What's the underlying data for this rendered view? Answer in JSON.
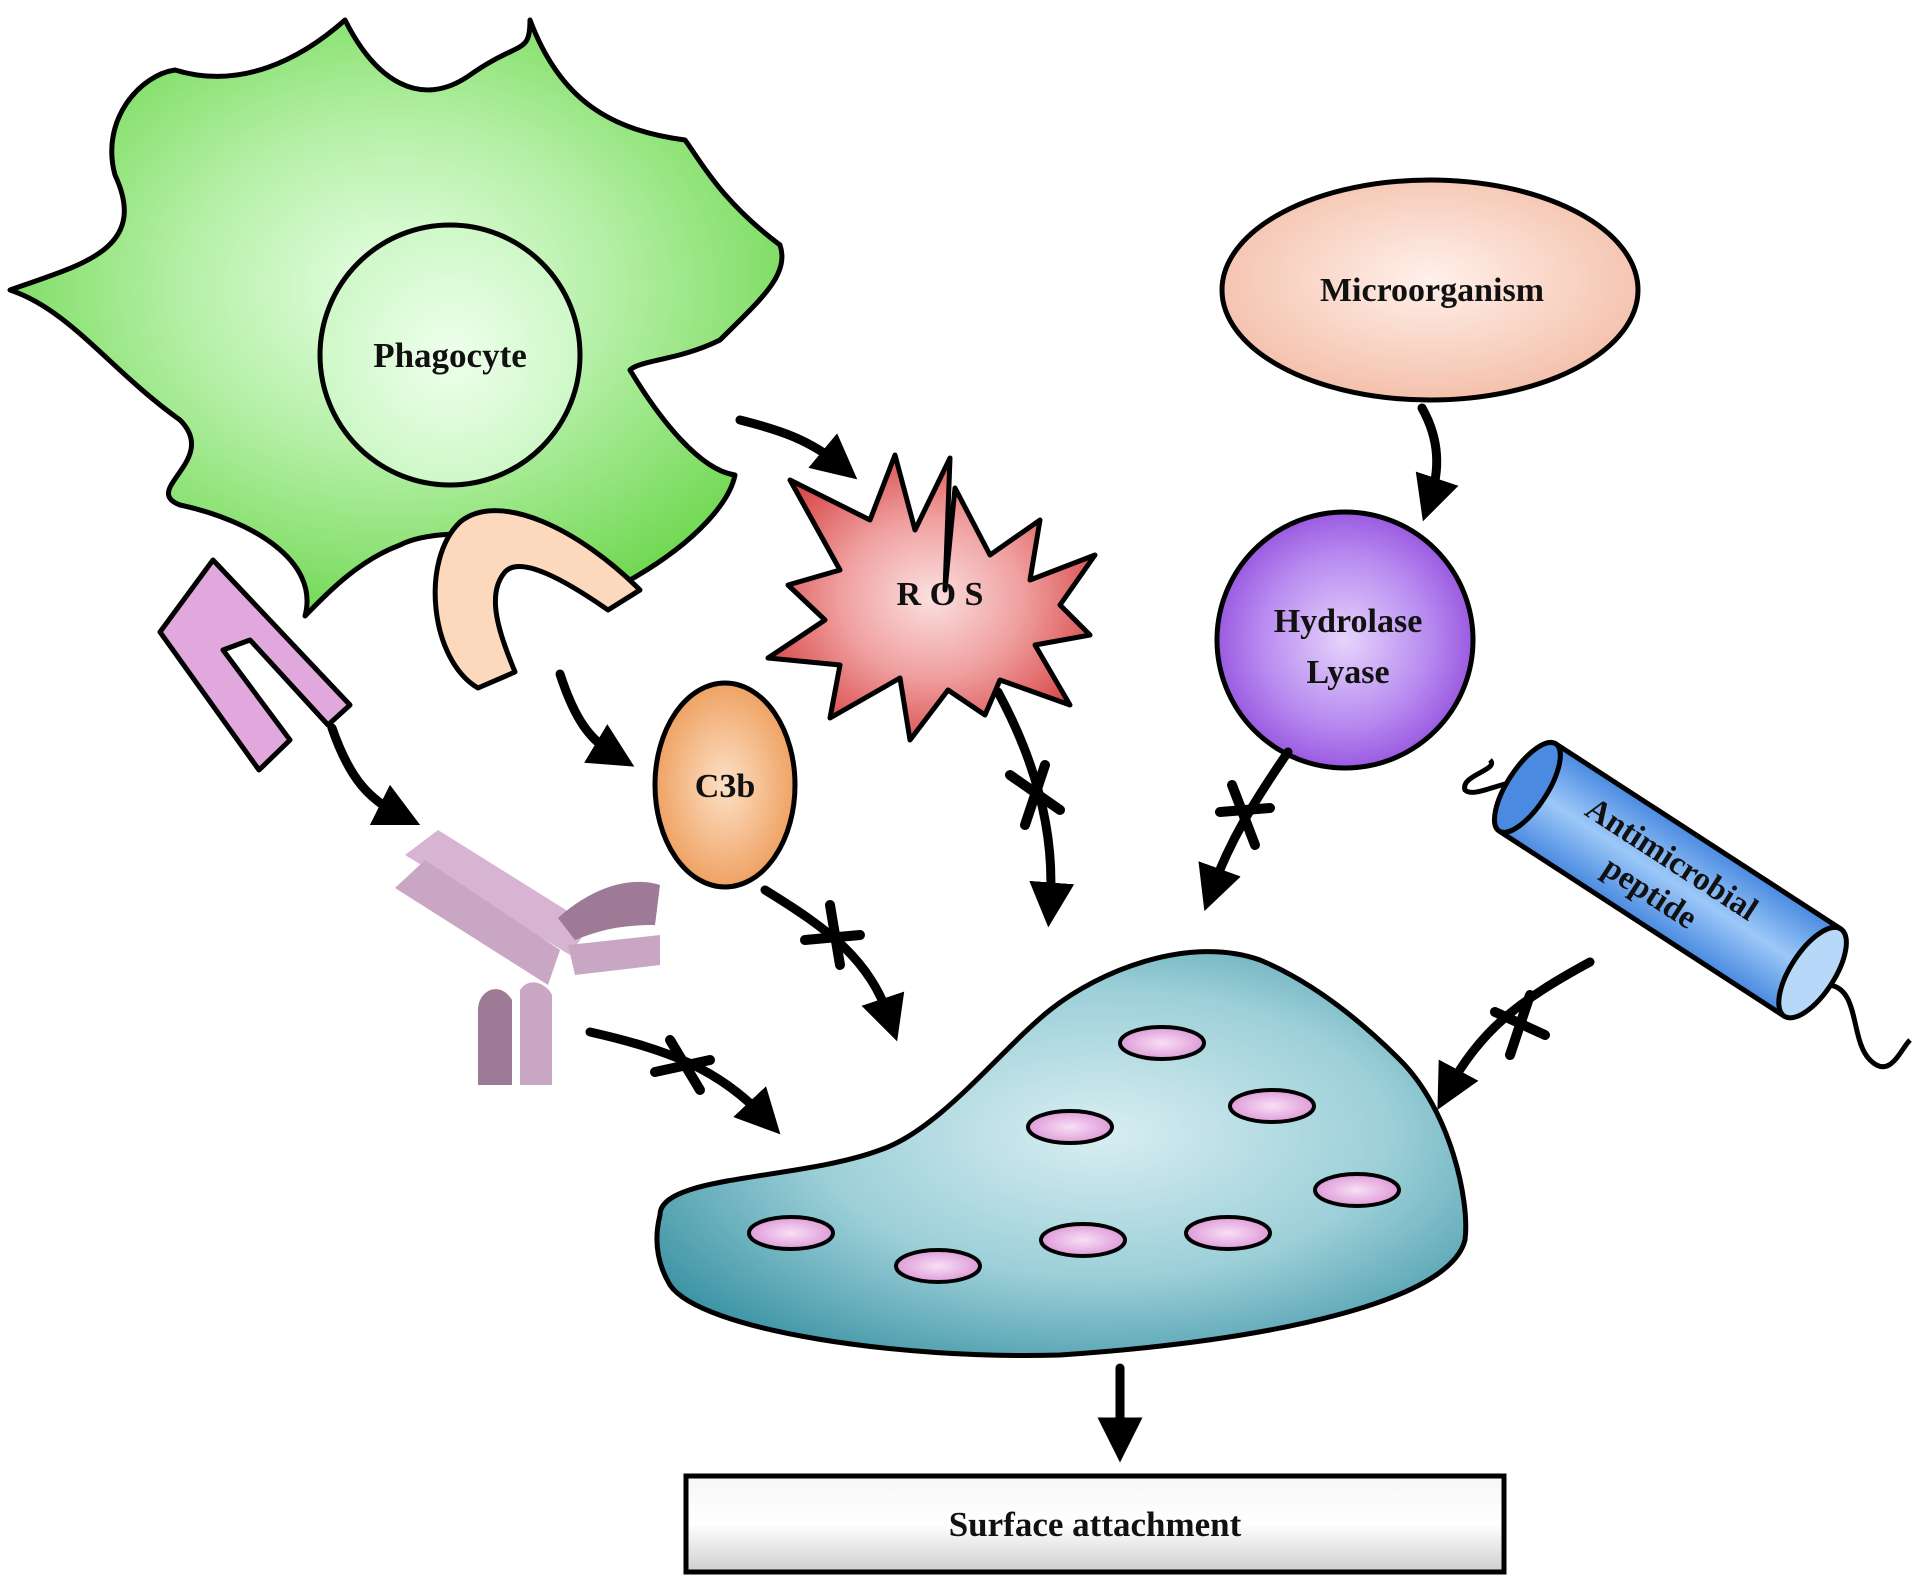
{
  "labels": {
    "phagocyte": "Phagocyte",
    "microorganism": "Microorganism",
    "ros": "R O S",
    "hydrolase": "Hydrolase",
    "lyase": "Lyase",
    "c3b": "C3b",
    "amp_line1": "Antimicrobial",
    "amp_line2": "peptide",
    "surface": "Surface attachment"
  },
  "colors": {
    "phagocyte": "#6fd64f",
    "receptor_pink": "#e0a8dc",
    "receptor_peach": "#fcd9bd",
    "antibody": "#c9a6c4",
    "antibody_dark": "#9e7a96",
    "c3b": "#f0a060",
    "ros": "#e06060",
    "hydrolase": "#9b55e0",
    "microorganism": "#f6c8b4",
    "amp": "#6aa6ee",
    "biofilm": "#6ab2c0",
    "cells": "#e8a6e0",
    "surface_box": "#dddddd"
  },
  "icons": [
    "phagocyte-cell",
    "receptor",
    "antibody",
    "ros-burst",
    "enzyme",
    "peptide-cylinder",
    "biofilm",
    "block-x"
  ]
}
